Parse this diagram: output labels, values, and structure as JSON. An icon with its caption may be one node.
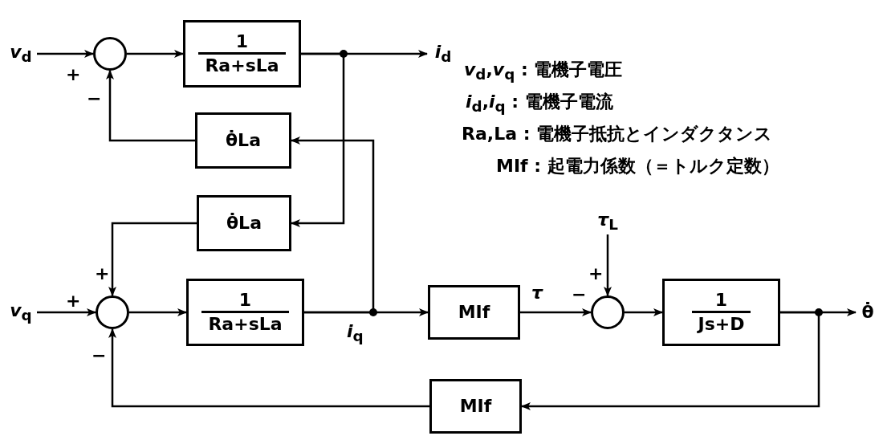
{
  "diagram": {
    "nodes": [
      {
        "text": [
          "*v*$_{d}$"
        ]
      },
      {
        "text": [],
        "shape": "circle"
      },
      {
        "text": [
          "1",
          "Ra+sLa"
        ]
      },
      {
        "text": [
          "*i*$_{d}$"
        ]
      },
      {
        "text": [
          "θ̇La"
        ]
      },
      {
        "text": [
          "θ̇La"
        ]
      },
      {
        "text": [
          "*v*$_{q}$"
        ]
      },
      {
        "text": [],
        "shape": "circle"
      },
      {
        "text": [
          "1",
          "Ra+sLa"
        ]
      },
      {
        "text": [
          "MIf"
        ]
      },
      {
        "text": [
          "*τ*$_{L}$"
        ]
      },
      {
        "text": [],
        "shape": "circle"
      },
      {
        "text": [
          "1",
          "Js+D"
        ]
      },
      {
        "text": [
          "θ̇"
        ]
      },
      {
        "text": [
          "MIf"
        ]
      }
    ],
    "edges": [
      {
        "from": 0,
        "to": 1,
        "arrow": "to"
      },
      {
        "from": 1,
        "to": 2,
        "arrow": "to"
      },
      {
        "from": 2,
        "to": 3,
        "arrow": "to"
      },
      {
        "from": 4,
        "to": 1,
        "arrow": "to"
      },
      {
        "from": 2,
        "to": 5,
        "arrow": "to"
      },
      {
        "from": 8,
        "to": 4,
        "arrow": "to"
      },
      {
        "from": 5,
        "to": 7,
        "arrow": "to"
      },
      {
        "from": 6,
        "to": 7,
        "arrow": "to"
      },
      {
        "from": 7,
        "to": 8,
        "arrow": "to"
      },
      {
        "from": 8,
        "to": 9,
        "arrow": "to",
        "label": "*i*$_{q}$"
      },
      {
        "from": 9,
        "to": 11,
        "arrow": "to",
        "label": "*τ*"
      },
      {
        "from": 10,
        "to": 11,
        "arrow": "to"
      },
      {
        "from": 11,
        "to": 12,
        "arrow": "to"
      },
      {
        "from": 12,
        "to": 13,
        "arrow": "to"
      },
      {
        "from": 12,
        "to": 14,
        "arrow": "to"
      },
      {
        "from": 14,
        "to": 7,
        "arrow": "to"
      }
    ],
    "labels": [
      "+",
      "*v*$_{d}$,*v*$_{q}$ : 電機子電圧",
      "−",
      "*i*$_{d}$,*i*$_{q}$ : 電機子電流",
      "Ra,La : 電機子抵抗とインダクタンス",
      "MIf : 起電力係数（＝トルク定数）",
      "+",
      "+",
      "−",
      "+",
      "−"
    ]
  }
}
